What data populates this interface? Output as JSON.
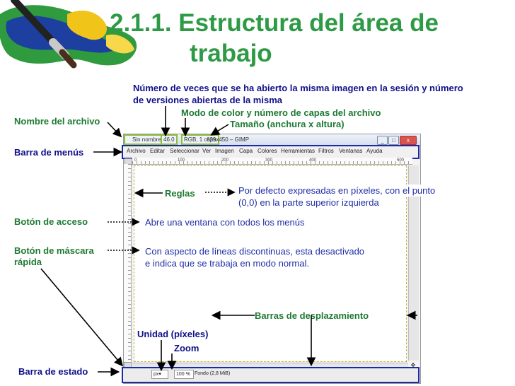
{
  "slide": {
    "title_line1": "2.1.1. Estructura del área de",
    "title_line2": "trabajo"
  },
  "annotations": {
    "versiones": "Número de veces que se ha abierto la misma imagen en la sesión y  número",
    "versiones2": "de versiones abiertas de la misma",
    "modo_color": "Modo de color y número de capas del archivo",
    "tamano": "Tamaño (anchura x altura)",
    "nombre_archivo": "Nombre del archivo",
    "barra_menus": "Barra de menús",
    "reglas": "Reglas",
    "reglas_desc1": "Por defecto expresadas en píxeles, con el punto",
    "reglas_desc2": "(0,0) en la parte superior izquierda",
    "boton_acceso": "Botón de acceso",
    "boton_acceso_desc": "Abre una ventana con todos los menús",
    "boton_mascara1": "Botón de máscara",
    "boton_mascara2": "rápida",
    "mascara_desc1": "Con aspecto de líneas discontinuas, esta desactivado",
    "mascara_desc2": "e indica que se trabaja en modo normal.",
    "barras_desplazamiento": "Barras de desplazamiento",
    "unidad": "Unidad (píxeles)",
    "zoom": "Zoom",
    "barra_estado": "Barra de estado"
  },
  "gimp_window": {
    "title_name": "Sin nombre",
    "title_version": "46.0",
    "title_mode": "RGB, 1 capa",
    "title_size": "629x450 – GIMP",
    "minimize": "_",
    "maximize": "□",
    "close": "x",
    "menus": [
      "Archivo",
      "Editar",
      "Seleccionar",
      "Ver",
      "Imagen",
      "Capa",
      "Colores",
      "Herramientas",
      "Filtros",
      "Ventanas",
      "Ayuda"
    ],
    "ruler_ticks": [
      "0",
      "100",
      "200",
      "300",
      "400",
      "500"
    ],
    "status_unit": "px",
    "status_zoom": "100 %",
    "status_layer": "Fondo (2,8 MiB)"
  },
  "colors": {
    "title_green": "#2e9a45",
    "label_green": "#1e7a33",
    "label_navy": "#10108a",
    "desc_blue": "#1f2fa6",
    "highlight_green": "#8fbf3a",
    "highlight_blue": "#1d2aa6"
  }
}
